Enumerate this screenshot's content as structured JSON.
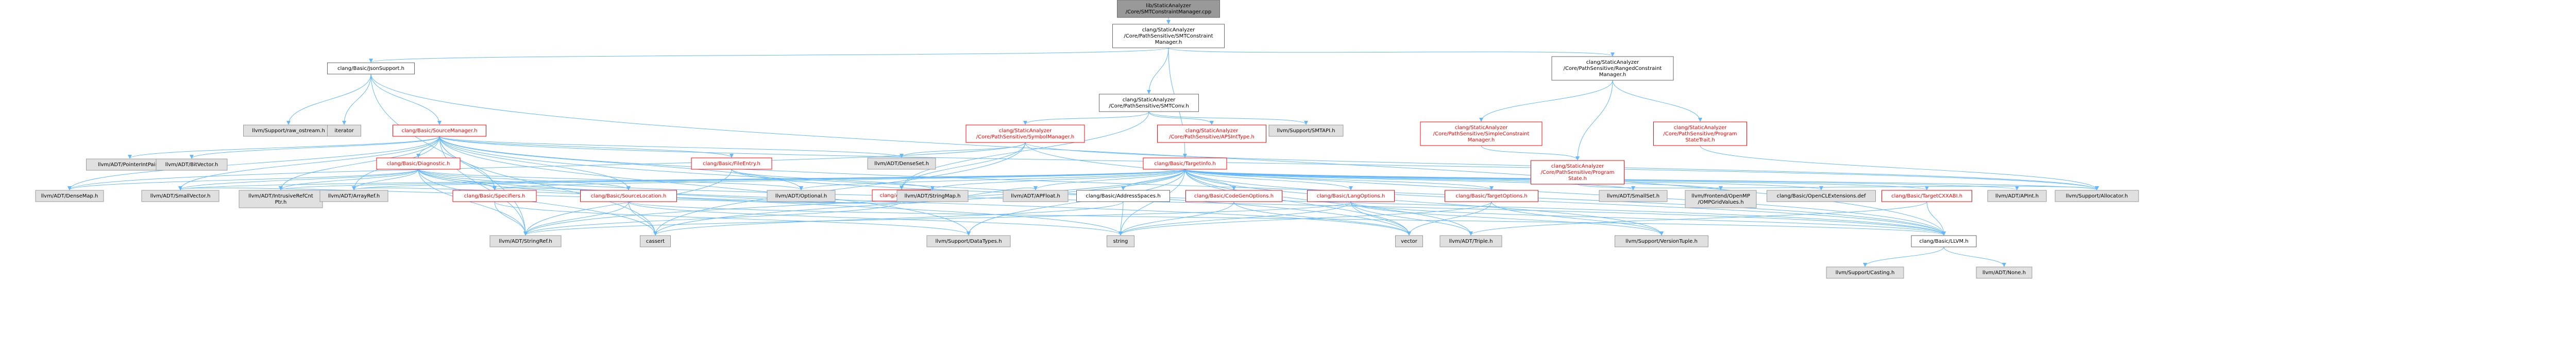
{
  "colors": {
    "root_fill": "#999999",
    "root_border": "#666666",
    "normal_fill": "#ffffff",
    "normal_border": "#666666",
    "ext_fill": "#e0e0e0",
    "ext_border": "#999999",
    "red_border": "#ff0000",
    "red_text": "#ff0000",
    "text": "#000000",
    "edge": "#63b8ff"
  },
  "nodes": [
    {
      "id": "root",
      "lines": [
        "lib/StaticAnalyzer",
        "/Core/SMTConstraintManager.cpp"
      ],
      "style": "root"
    },
    {
      "id": "smtcm",
      "lines": [
        "clang/StaticAnalyzer",
        "/Core/PathSensitive/SMTConstraint",
        "Manager.h"
      ],
      "style": "normal"
    },
    {
      "id": "jsonsupport",
      "lines": [
        "clang/Basic/JsonSupport.h"
      ],
      "style": "normal"
    },
    {
      "id": "rangedcm",
      "lines": [
        "clang/StaticAnalyzer",
        "/Core/PathSensitive/RangedConstraint",
        "Manager.h"
      ],
      "style": "normal"
    },
    {
      "id": "smtconv",
      "lines": [
        "clang/StaticAnalyzer",
        "/Core/PathSensitive/SMTConv.h"
      ],
      "style": "normal"
    },
    {
      "id": "rawostream",
      "lines": [
        "llvm/Support/raw_ostream.h"
      ],
      "style": "ext"
    },
    {
      "id": "iterator",
      "lines": [
        "iterator"
      ],
      "style": "ext"
    },
    {
      "id": "sourcemgr",
      "lines": [
        "clang/Basic/SourceManager.h"
      ],
      "style": "red"
    },
    {
      "id": "symbolmgr",
      "lines": [
        "clang/StaticAnalyzer",
        "/Core/PathSensitive/SymbolManager.h"
      ],
      "style": "red"
    },
    {
      "id": "aptype",
      "lines": [
        "clang/StaticAnalyzer",
        "/Core/PathSensitive/APSIntType.h"
      ],
      "style": "red"
    },
    {
      "id": "smtapi",
      "lines": [
        "llvm/Support/SMTAPI.h"
      ],
      "style": "ext"
    },
    {
      "id": "simplecm",
      "lines": [
        "clang/StaticAnalyzer",
        "/Core/PathSensitive/SimpleConstraint",
        "Manager.h"
      ],
      "style": "red"
    },
    {
      "id": "progstatetrait",
      "lines": [
        "clang/StaticAnalyzer",
        "/Core/PathSensitive/Program",
        "StateTrait.h"
      ],
      "style": "red"
    },
    {
      "id": "progstate",
      "lines": [
        "clang/StaticAnalyzer",
        "/Core/PathSensitive/Program",
        "State.h"
      ],
      "style": "red"
    },
    {
      "id": "ptrintpair",
      "lines": [
        "llvm/ADT/PointerIntPair.h"
      ],
      "style": "ext"
    },
    {
      "id": "bitvector",
      "lines": [
        "llvm/ADT/BitVector.h"
      ],
      "style": "ext"
    },
    {
      "id": "diagnostic",
      "lines": [
        "clang/Basic/Diagnostic.h"
      ],
      "style": "red"
    },
    {
      "id": "fileentry",
      "lines": [
        "clang/Basic/FileEntry.h"
      ],
      "style": "red"
    },
    {
      "id": "densetset",
      "lines": [
        "llvm/ADT/DenseSet.h"
      ],
      "style": "ext"
    },
    {
      "id": "astexpr",
      "lines": [
        "clang/AST/Expr.h"
      ],
      "style": "red"
    },
    {
      "id": "targetinfo",
      "lines": [
        "clang/Basic/TargetInfo.h"
      ],
      "style": "red"
    },
    {
      "id": "densemap",
      "lines": [
        "llvm/ADT/DenseMap.h"
      ],
      "style": "ext"
    },
    {
      "id": "smallvector",
      "lines": [
        "llvm/ADT/SmallVector.h"
      ],
      "style": "ext"
    },
    {
      "id": "intrusiveref",
      "lines": [
        "llvm/ADT/IntrusiveRefCnt",
        "Ptr.h"
      ],
      "style": "ext"
    },
    {
      "id": "arrayref",
      "lines": [
        "llvm/ADT/ArrayRef.h"
      ],
      "style": "ext"
    },
    {
      "id": "specifiers",
      "lines": [
        "clang/Basic/Specifiers.h"
      ],
      "style": "red"
    },
    {
      "id": "sourceloc",
      "lines": [
        "clang/Basic/SourceLocation.h"
      ],
      "style": "red"
    },
    {
      "id": "optional",
      "lines": [
        "llvm/ADT/Optional.h"
      ],
      "style": "ext"
    },
    {
      "id": "stringmap",
      "lines": [
        "llvm/ADT/StringMap.h"
      ],
      "style": "ext"
    },
    {
      "id": "apfloat",
      "lines": [
        "llvm/ADT/APFloat.h"
      ],
      "style": "ext"
    },
    {
      "id": "addrspaces",
      "lines": [
        "clang/Basic/AddressSpaces.h"
      ],
      "style": "normal"
    },
    {
      "id": "codegenopts",
      "lines": [
        "clang/Basic/CodeGenOptions.h"
      ],
      "style": "red"
    },
    {
      "id": "langopts",
      "lines": [
        "clang/Basic/LangOptions.h"
      ],
      "style": "red"
    },
    {
      "id": "targetopts",
      "lines": [
        "clang/Basic/TargetOptions.h"
      ],
      "style": "red"
    },
    {
      "id": "smallset",
      "lines": [
        "llvm/ADT/SmallSet.h"
      ],
      "style": "ext"
    },
    {
      "id": "openmp",
      "lines": [
        "llvm/Frontend/OpenMP",
        "/OMPGridValues.h"
      ],
      "style": "ext"
    },
    {
      "id": "openclext",
      "lines": [
        "clang/Basic/OpenCLExtensions.def"
      ],
      "style": "ext"
    },
    {
      "id": "targetcxxabi",
      "lines": [
        "clang/Basic/TargetCXXABI.h"
      ],
      "style": "red"
    },
    {
      "id": "apint",
      "lines": [
        "llvm/ADT/APInt.h"
      ],
      "style": "ext"
    },
    {
      "id": "allocator",
      "lines": [
        "llvm/Support/Allocator.h"
      ],
      "style": "ext"
    },
    {
      "id": "stringref",
      "lines": [
        "llvm/ADT/StringRef.h"
      ],
      "style": "ext"
    },
    {
      "id": "cassert",
      "lines": [
        "cassert"
      ],
      "style": "ext"
    },
    {
      "id": "datatypes",
      "lines": [
        "llvm/Support/DataTypes.h"
      ],
      "style": "ext"
    },
    {
      "id": "string",
      "lines": [
        "string"
      ],
      "style": "ext"
    },
    {
      "id": "vector",
      "lines": [
        "vector"
      ],
      "style": "ext"
    },
    {
      "id": "triple",
      "lines": [
        "llvm/ADT/Triple.h"
      ],
      "style": "ext"
    },
    {
      "id": "versiontuple",
      "lines": [
        "llvm/Support/VersionTuple.h"
      ],
      "style": "ext"
    },
    {
      "id": "llvmh",
      "lines": [
        "clang/Basic/LLVM.h"
      ],
      "style": "normal"
    },
    {
      "id": "casting",
      "lines": [
        "llvm/Support/Casting.h"
      ],
      "style": "ext"
    },
    {
      "id": "none",
      "lines": [
        "llvm/ADT/None.h"
      ],
      "style": "ext"
    }
  ],
  "edges": [
    [
      "root",
      "smtcm"
    ],
    [
      "smtcm",
      "jsonsupport"
    ],
    [
      "smtcm",
      "rangedcm"
    ],
    [
      "smtcm",
      "smtconv"
    ],
    [
      "smtcm",
      "targetinfo"
    ],
    [
      "jsonsupport",
      "rawostream"
    ],
    [
      "jsonsupport",
      "iterator"
    ],
    [
      "jsonsupport",
      "sourcemgr"
    ],
    [
      "jsonsupport",
      "llvmh"
    ],
    [
      "jsonsupport",
      "stringref"
    ],
    [
      "rangedcm",
      "simplecm"
    ],
    [
      "rangedcm",
      "progstatetrait"
    ],
    [
      "rangedcm",
      "progstate"
    ],
    [
      "smtconv",
      "symbolmgr"
    ],
    [
      "smtconv",
      "aptype"
    ],
    [
      "smtconv",
      "smtapi"
    ],
    [
      "smtconv",
      "astexpr"
    ],
    [
      "simplecm",
      "progstate"
    ],
    [
      "progstatetrait",
      "allocator"
    ],
    [
      "progstate",
      "allocator"
    ],
    [
      "symbolmgr",
      "astexpr"
    ],
    [
      "symbolmgr",
      "densetset"
    ],
    [
      "symbolmgr",
      "allocator"
    ],
    [
      "symbolmgr",
      "densemap"
    ],
    [
      "symbolmgr",
      "llvmh"
    ],
    [
      "symbolmgr",
      "cassert"
    ],
    [
      "sourcemgr",
      "ptrintpair"
    ],
    [
      "sourcemgr",
      "bitvector"
    ],
    [
      "sourcemgr",
      "diagnostic"
    ],
    [
      "sourcemgr",
      "fileentry"
    ],
    [
      "sourcemgr",
      "densemap"
    ],
    [
      "sourcemgr",
      "smallvector"
    ],
    [
      "sourcemgr",
      "intrusiveref"
    ],
    [
      "sourcemgr",
      "arrayref"
    ],
    [
      "sourcemgr",
      "sourceloc"
    ],
    [
      "sourcemgr",
      "specifiers"
    ],
    [
      "sourcemgr",
      "optional"
    ],
    [
      "sourcemgr",
      "stringref"
    ],
    [
      "sourcemgr",
      "allocator"
    ],
    [
      "sourcemgr",
      "cassert"
    ],
    [
      "sourcemgr",
      "vector"
    ],
    [
      "sourcemgr",
      "llvmh"
    ],
    [
      "sourcemgr",
      "densetset"
    ],
    [
      "sourcemgr",
      "datatypes"
    ],
    [
      "diagnostic",
      "densemap"
    ],
    [
      "diagnostic",
      "smallvector"
    ],
    [
      "diagnostic",
      "intrusiveref"
    ],
    [
      "diagnostic",
      "arrayref"
    ],
    [
      "diagnostic",
      "specifiers"
    ],
    [
      "diagnostic",
      "sourceloc"
    ],
    [
      "diagnostic",
      "optional"
    ],
    [
      "diagnostic",
      "stringref"
    ],
    [
      "diagnostic",
      "cassert"
    ],
    [
      "diagnostic",
      "string"
    ],
    [
      "diagnostic",
      "vector"
    ],
    [
      "diagnostic",
      "llvmh"
    ],
    [
      "fileentry",
      "stringmap"
    ],
    [
      "fileentry",
      "stringref"
    ],
    [
      "fileentry",
      "llvmh"
    ],
    [
      "astexpr",
      "apfloat"
    ],
    [
      "astexpr",
      "stringref"
    ],
    [
      "astexpr",
      "arrayref"
    ],
    [
      "astexpr",
      "smallvector"
    ],
    [
      "astexpr",
      "specifiers"
    ],
    [
      "targetinfo",
      "addrspaces"
    ],
    [
      "targetinfo",
      "codegenopts"
    ],
    [
      "targetinfo",
      "langopts"
    ],
    [
      "targetinfo",
      "targetopts"
    ],
    [
      "targetinfo",
      "smallset"
    ],
    [
      "targetinfo",
      "openmp"
    ],
    [
      "targetinfo",
      "openclext"
    ],
    [
      "targetinfo",
      "targetcxxabi"
    ],
    [
      "targetinfo",
      "apint"
    ],
    [
      "targetinfo",
      "apfloat"
    ],
    [
      "targetinfo",
      "arrayref"
    ],
    [
      "targetinfo",
      "smallvector"
    ],
    [
      "targetinfo",
      "stringmap"
    ],
    [
      "targetinfo",
      "stringref"
    ],
    [
      "targetinfo",
      "optional"
    ],
    [
      "targetinfo",
      "intrusiveref"
    ],
    [
      "targetinfo",
      "specifiers"
    ],
    [
      "targetinfo",
      "allocator"
    ],
    [
      "targetinfo",
      "cassert"
    ],
    [
      "targetinfo",
      "string"
    ],
    [
      "targetinfo",
      "vector"
    ],
    [
      "targetinfo",
      "triple"
    ],
    [
      "targetinfo",
      "versiontuple"
    ],
    [
      "targetinfo",
      "llvmh"
    ],
    [
      "targetinfo",
      "datatypes"
    ],
    [
      "specifiers",
      "stringref"
    ],
    [
      "specifiers",
      "datatypes"
    ],
    [
      "sourceloc",
      "stringref"
    ],
    [
      "sourceloc",
      "cassert"
    ],
    [
      "sourceloc",
      "string"
    ],
    [
      "sourceloc",
      "llvmh"
    ],
    [
      "addrspaces",
      "cassert"
    ],
    [
      "addrspaces",
      "string"
    ],
    [
      "codegenopts",
      "string"
    ],
    [
      "codegenopts",
      "vector"
    ],
    [
      "langopts",
      "string"
    ],
    [
      "langopts",
      "vector"
    ],
    [
      "langopts",
      "triple"
    ],
    [
      "langopts",
      "versiontuple"
    ],
    [
      "langopts",
      "stringref"
    ],
    [
      "langopts",
      "llvmh"
    ],
    [
      "targetopts",
      "string"
    ],
    [
      "targetopts",
      "vector"
    ],
    [
      "targetopts",
      "versiontuple"
    ],
    [
      "targetcxxabi",
      "triple"
    ],
    [
      "targetcxxabi",
      "llvmh"
    ],
    [
      "llvmh",
      "casting"
    ],
    [
      "llvmh",
      "none"
    ]
  ]
}
